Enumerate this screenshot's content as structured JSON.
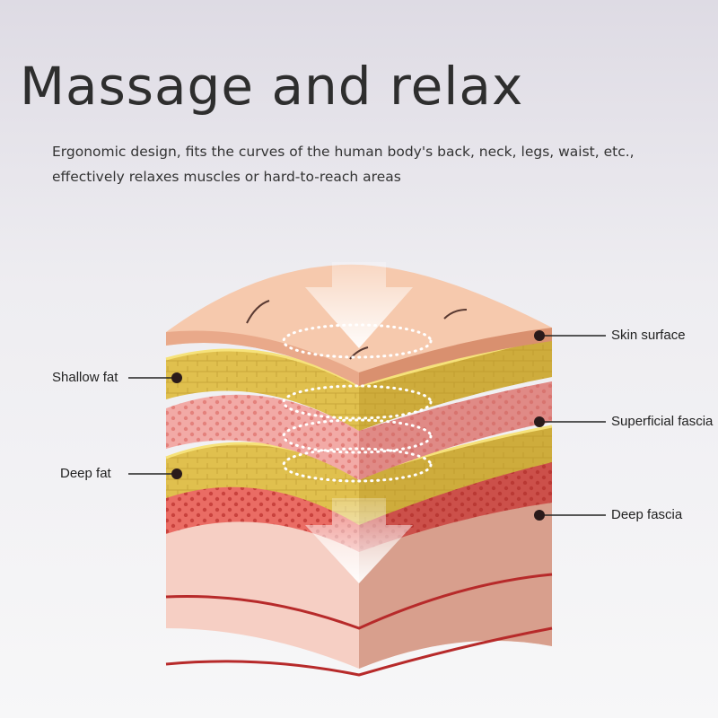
{
  "title": "Massage and relax",
  "subtitle": {
    "line1": "Ergonomic design, fits the curves of the human body's back, neck, legs, waist, etc.,",
    "line2": "effectively relaxes muscles or hard-to-reach areas"
  },
  "layers": {
    "skin_surface": "Skin surface",
    "shallow_fat": "Shallow fat",
    "superficial_fascia": "Superficial fascia",
    "deep_fat": "Deep fat",
    "deep_fascia": "Deep fascia"
  },
  "colors": {
    "skin": "#f3bfa0",
    "fat": "#e3c653",
    "superficial_fascia": "#f0a7a3",
    "deep_fascia": "#e9716a",
    "muscle": "#f4c8bd",
    "muscle_line": "#b72a2a"
  }
}
